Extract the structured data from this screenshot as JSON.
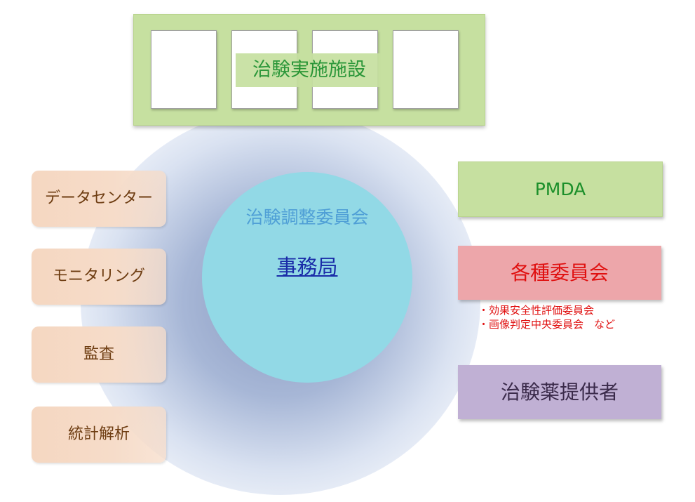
{
  "facilities": {
    "title": "治験実施施設"
  },
  "center": {
    "committee": "治験調整委員会",
    "secretariat": "事務局"
  },
  "left_boxes": [
    "データセンター",
    "モニタリング",
    "監査",
    "統計解析"
  ],
  "right": {
    "pmda": "PMDA",
    "committees": "各種委員会",
    "committee_items": [
      "・効果安全性評価委員会",
      "・画像判定中央委員会　など"
    ],
    "provider": "治験薬提供者"
  },
  "colors": {
    "green_text": "#1b8f2a",
    "red_text": "#e01010",
    "secretariat_text": "#1a2ca8",
    "circle_fill": "#92d9e6"
  }
}
